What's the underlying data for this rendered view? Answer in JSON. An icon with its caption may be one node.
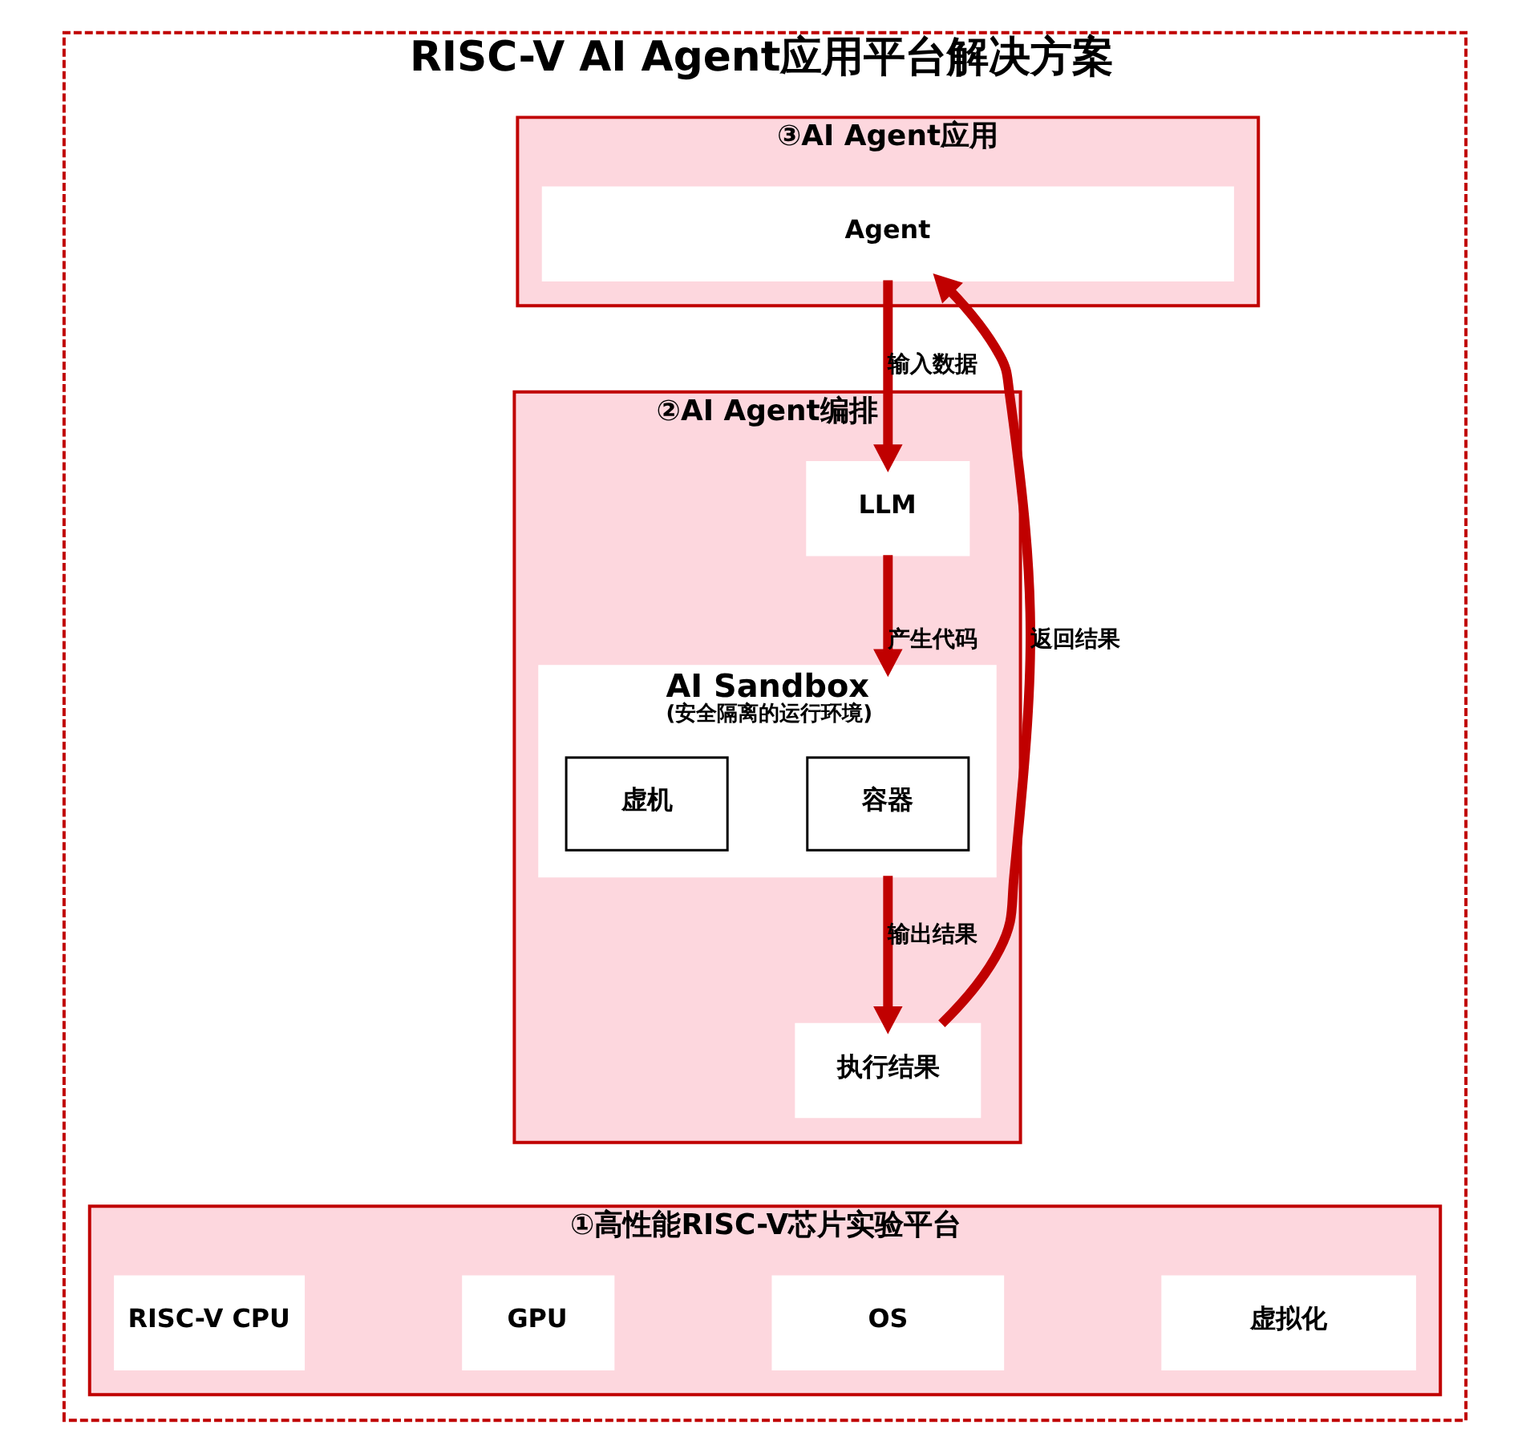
{
  "diagram": {
    "nodes": [
      {
        "text": [
          "RISC-V AI Agent应用平台解决方案"
        ]
      },
      {
        "text": [
          "③AI Agent应用"
        ],
        "in": 0
      },
      {
        "text": [
          "Agent"
        ],
        "in": 1
      },
      {
        "text": [
          "②AI Agent编排"
        ],
        "in": 0
      },
      {
        "text": [
          "LLM"
        ],
        "in": 3
      },
      {
        "text": [
          "AI Sandbox",
          "(安全隔离的运行环境)"
        ],
        "in": 3
      },
      {
        "text": [
          "容器"
        ],
        "in": 5
      },
      {
        "text": [
          "虚机"
        ],
        "in": 5
      },
      {
        "text": [
          "执行结果"
        ],
        "in": 3
      },
      {
        "text": [
          "①高性能RISC-V芯片实验平台"
        ],
        "in": 0
      },
      {
        "text": [
          "RISC-V CPU"
        ],
        "in": 9
      },
      {
        "text": [
          "GPU"
        ],
        "in": 9
      },
      {
        "text": [
          "OS"
        ],
        "in": 9
      },
      {
        "text": [
          "虚拟化"
        ],
        "in": 9
      }
    ],
    "edges": [
      {
        "from": 2,
        "to": 4,
        "arrow": "to",
        "label": "输入数据"
      },
      {
        "from": 4,
        "to": 5,
        "arrow": "to",
        "label": "产生代码"
      },
      {
        "from": 5,
        "to": 8,
        "arrow": "to",
        "label": "输出结果"
      },
      {
        "from": 8,
        "to": 2,
        "arrow": "to",
        "label": "返回结果"
      }
    ]
  }
}
